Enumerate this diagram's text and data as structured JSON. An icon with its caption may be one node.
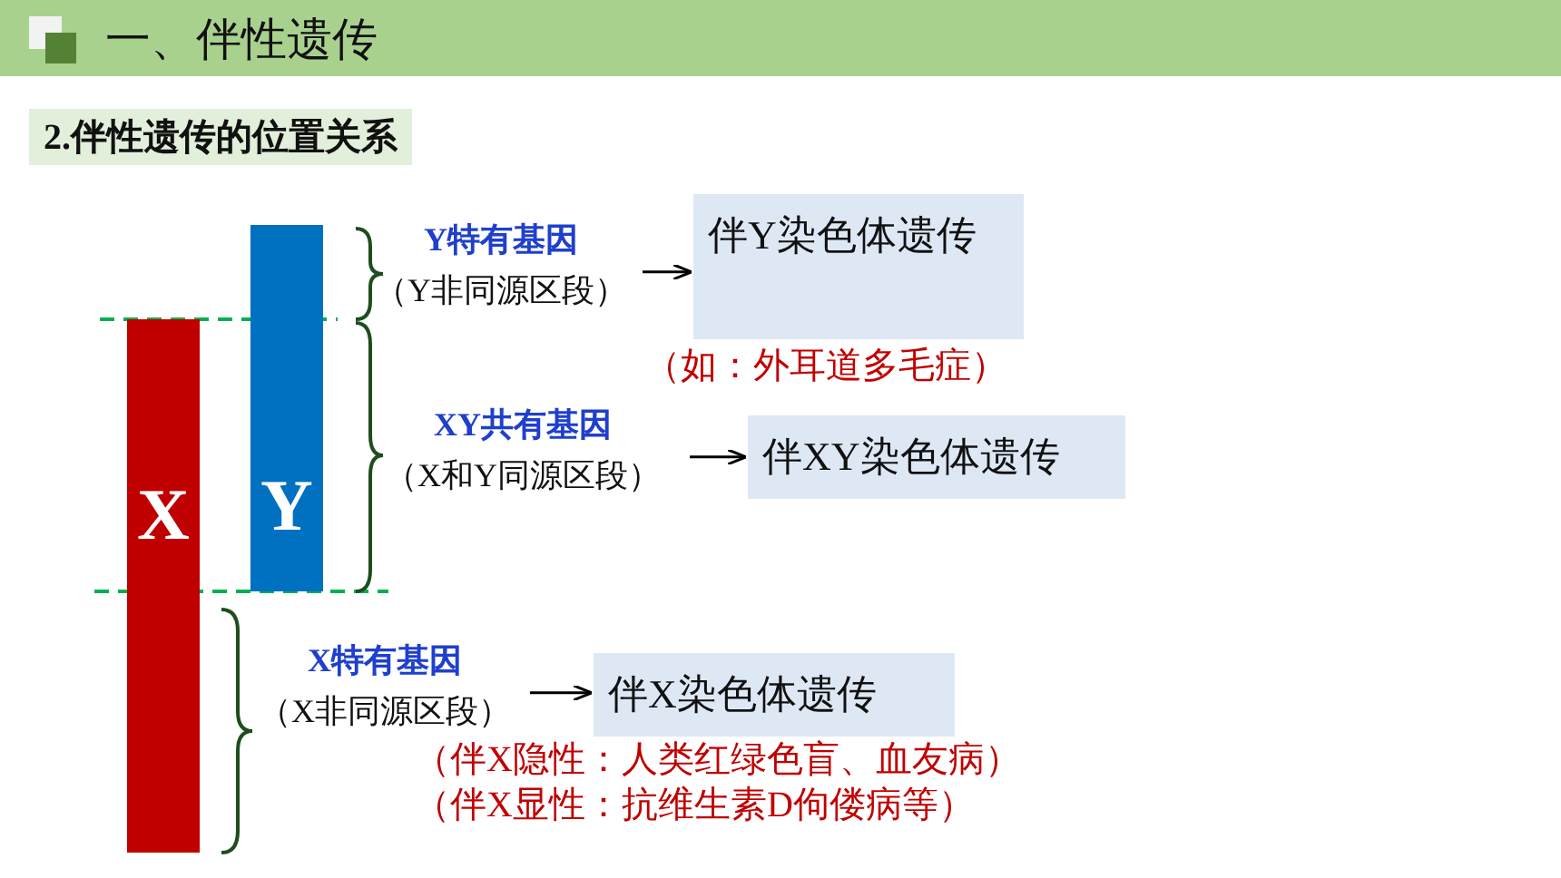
{
  "diagram": {
    "title": "一、伴性遗传",
    "nodes": [
      {
        "text": [
          "X"
        ]
      },
      {
        "text": [
          "Y"
        ]
      },
      {
        "text": [
          "Y特有基因",
          "（Y非同源区段）"
        ]
      },
      {
        "text": [
          "伴Y染色体遗传"
        ],
        "beside": [
          "（如：外耳道多毛症）"
        ]
      },
      {
        "text": [
          "XY共有基因",
          "（X和Y同源区段）"
        ]
      },
      {
        "text": [
          "伴XY染色体遗传"
        ]
      },
      {
        "text": [
          "X特有基因",
          "（X非同源区段）"
        ]
      },
      {
        "text": [
          "伴X染色体遗传"
        ],
        "beside": [
          "（伴X隐性：人类红绿色盲、血友病）",
          "（伴X显性：抗维生素D佝偻病等）"
        ]
      }
    ],
    "edges": [
      {
        "from": 2,
        "to": 3,
        "arrow": "to"
      },
      {
        "from": 4,
        "to": 5,
        "arrow": "to"
      },
      {
        "from": 6,
        "to": 7,
        "arrow": "to"
      }
    ],
    "labels": [
      "2.伴性遗传的位置关系"
    ]
  }
}
